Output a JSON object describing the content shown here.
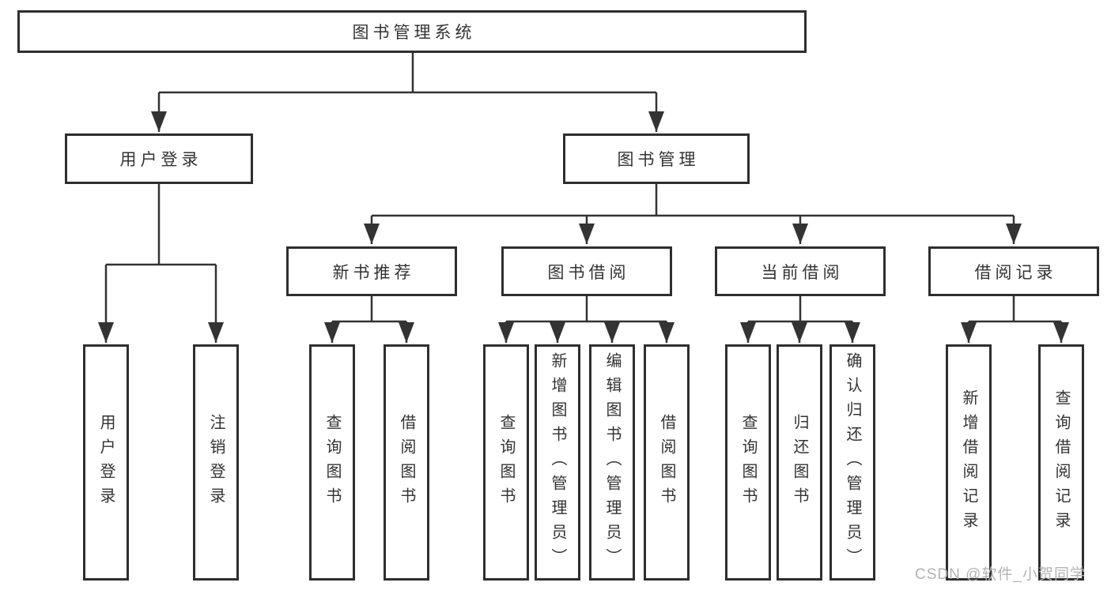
{
  "diagram": {
    "title": "图书管理系统",
    "nodes": {
      "root": {
        "label": "图书管理系统"
      },
      "user_login": {
        "label": "用户登录"
      },
      "book_mgmt": {
        "label": "图书管理"
      },
      "login": {
        "label": "用户登录"
      },
      "logout": {
        "label": "注销登录"
      },
      "new_book_rec": {
        "label": "新书推荐"
      },
      "book_borrow": {
        "label": "图书借阅"
      },
      "current_borrow": {
        "label": "当前借阅"
      },
      "borrow_records": {
        "label": "借阅记录"
      },
      "nbr_query_book": {
        "label": "查询图书"
      },
      "nbr_borrow_book": {
        "label": "借阅图书"
      },
      "bb_query_book": {
        "label": "查询图书"
      },
      "bb_add_book": {
        "label": "新增图书（管理员）"
      },
      "bb_edit_book": {
        "label": "编辑图书（管理员）"
      },
      "bb_borrow_book": {
        "label": "借阅图书"
      },
      "cb_query_book": {
        "label": "查询图书"
      },
      "cb_return_book": {
        "label": "归还图书"
      },
      "cb_confirm_return": {
        "label": "确认归还（管理员）"
      },
      "br_add_record": {
        "label": "新增借阅记录"
      },
      "br_query_record": {
        "label": "查询借阅记录"
      }
    },
    "edges": [
      [
        "root",
        "user_login"
      ],
      [
        "root",
        "book_mgmt"
      ],
      [
        "user_login",
        "login"
      ],
      [
        "user_login",
        "logout"
      ],
      [
        "book_mgmt",
        "new_book_rec"
      ],
      [
        "book_mgmt",
        "book_borrow"
      ],
      [
        "book_mgmt",
        "current_borrow"
      ],
      [
        "book_mgmt",
        "borrow_records"
      ],
      [
        "new_book_rec",
        "nbr_query_book"
      ],
      [
        "new_book_rec",
        "nbr_borrow_book"
      ],
      [
        "book_borrow",
        "bb_query_book"
      ],
      [
        "book_borrow",
        "bb_add_book"
      ],
      [
        "book_borrow",
        "bb_edit_book"
      ],
      [
        "book_borrow",
        "bb_borrow_book"
      ],
      [
        "current_borrow",
        "cb_query_book"
      ],
      [
        "current_borrow",
        "cb_return_book"
      ],
      [
        "current_borrow",
        "cb_confirm_return"
      ],
      [
        "borrow_records",
        "br_add_record"
      ],
      [
        "borrow_records",
        "br_query_record"
      ]
    ]
  },
  "watermark": {
    "text": "CSDN @软件_小贺同学"
  },
  "colors": {
    "line": "#333333",
    "box_border": "#2e2e2e",
    "text": "#333333",
    "watermark": "#b3b3b3",
    "background": "#ffffff"
  }
}
